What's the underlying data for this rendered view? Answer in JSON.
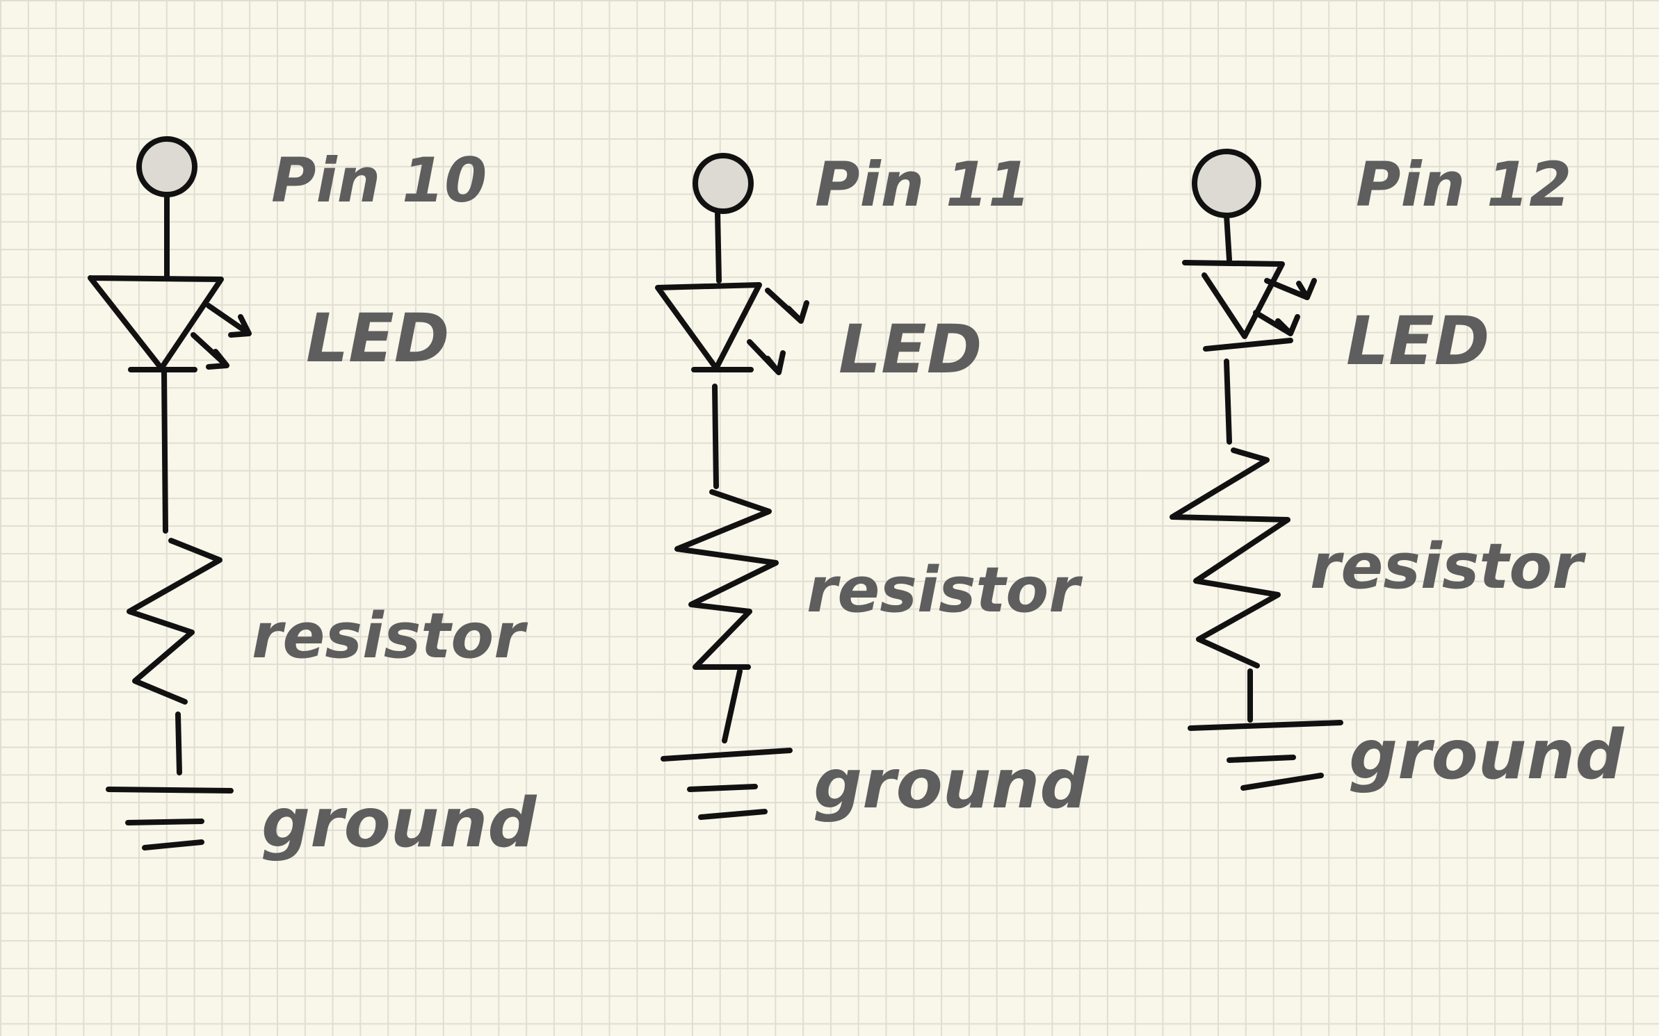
{
  "circuits": [
    {
      "pin_label": "Pin 10",
      "led_label": "LED",
      "resistor_label": "resistor",
      "ground_label": "ground"
    },
    {
      "pin_label": "Pin 11",
      "led_label": "LED",
      "resistor_label": "resistor",
      "ground_label": "ground"
    },
    {
      "pin_label": "Pin 12",
      "led_label": "LED",
      "resistor_label": "resistor",
      "ground_label": "ground"
    }
  ],
  "colors": {
    "paper": "#f9f6ea",
    "grid": "#e0ddd2",
    "ink": "#111111",
    "label": "#5e5e5e",
    "pin_fill": "#dcdad2"
  }
}
